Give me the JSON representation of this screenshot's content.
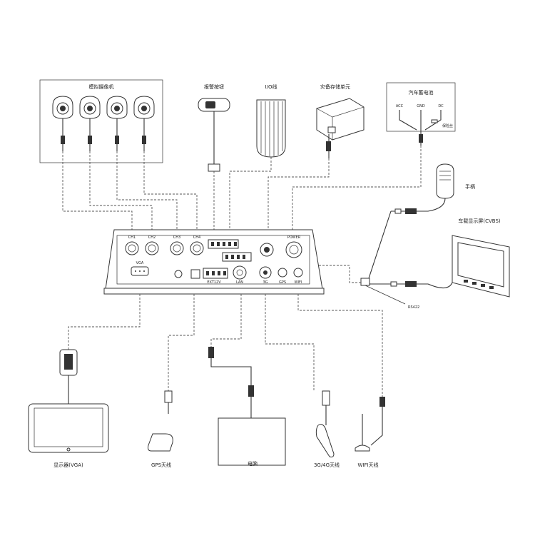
{
  "labels": {
    "analog_cameras": "模拟摄像机",
    "alarm_button": "报警按钮",
    "io_line": "I/O线",
    "backup_storage": "灾备存储单元",
    "car_battery": "汽车蓄电池",
    "acc": "ACC",
    "gnd": "GND",
    "dc": "DC",
    "fuse": "保险丝",
    "handset": "手柄",
    "vehicle_display": "车载显示屏(CVBS)",
    "rs422": "RS422",
    "monitor_vga": "显示器(VGA)",
    "gps_antenna": "GPS天线",
    "computer": "电脑",
    "antenna_3g4g": "3G/4G天线",
    "wifi_antenna": "WIFI天线"
  },
  "device": {
    "ch1": "CH1",
    "ch2": "CH2",
    "ch3": "CH3",
    "ch4": "CH4",
    "vga": "VGA",
    "power": "POWER",
    "ext": "EXT12V",
    "gps": "GPS",
    "net": "3G",
    "wifi": "WIFI",
    "lan": "LAN"
  }
}
